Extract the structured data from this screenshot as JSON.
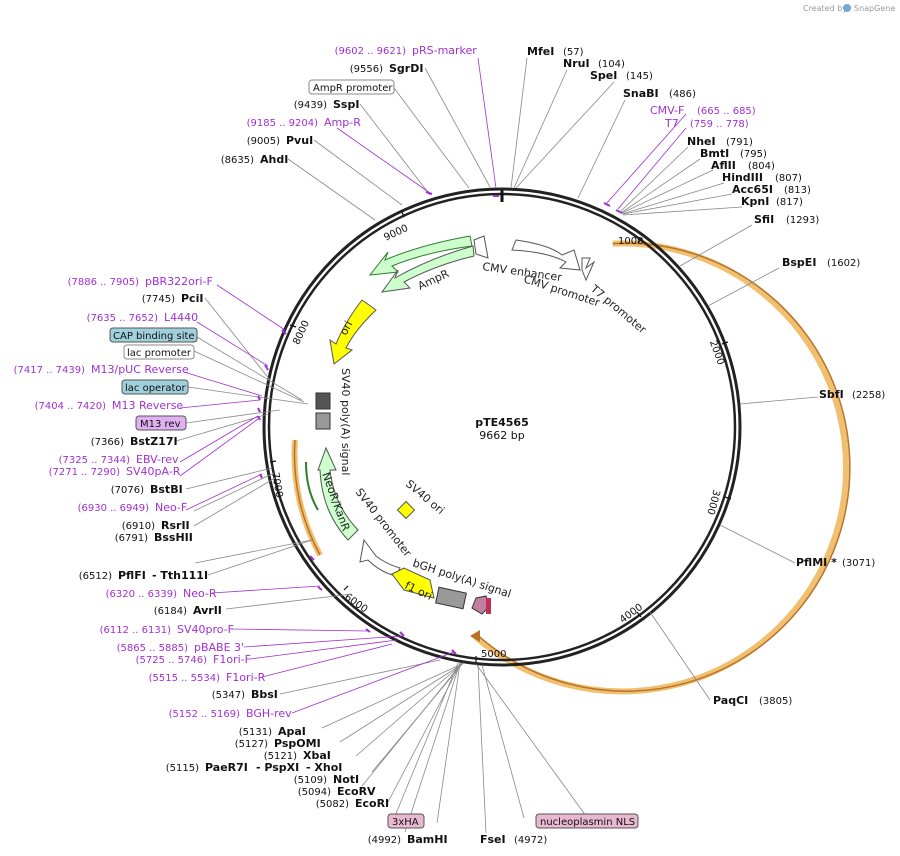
{
  "app": {
    "credit": "Created by",
    "brand": "SnapGene"
  },
  "plasmid": {
    "name": "pTE4565",
    "size_label": "9662 bp"
  },
  "ring_ticks": [
    "1000",
    "2000",
    "3000",
    "4000",
    "5000",
    "6000",
    "7000",
    "8000",
    "9000"
  ],
  "enzymes_right": [
    {
      "name": "MfeI",
      "pos": "(57)"
    },
    {
      "name": "NruI",
      "pos": "(104)"
    },
    {
      "name": "SpeI",
      "pos": "(145)"
    },
    {
      "name": "SnaBI",
      "pos": "(486)"
    },
    {
      "name": "NheI",
      "pos": "(791)"
    },
    {
      "name": "BmtI",
      "pos": "(795)"
    },
    {
      "name": "AflII",
      "pos": "(804)"
    },
    {
      "name": "HindIII",
      "pos": "(807)"
    },
    {
      "name": "Acc65I",
      "pos": "(813)"
    },
    {
      "name": "KpnI",
      "pos": "(817)"
    },
    {
      "name": "SfiI",
      "pos": "(1293)"
    },
    {
      "name": "BspEI",
      "pos": "(1602)"
    },
    {
      "name": "SbfI",
      "pos": "(2258)"
    },
    {
      "name": "PflMI *",
      "pos": "(3071)"
    },
    {
      "name": "PaqCI",
      "pos": "(3805)"
    },
    {
      "name": "FseI",
      "pos": "(4972)"
    }
  ],
  "enzymes_left": [
    {
      "name": "SgrDI",
      "pos": "(9556)"
    },
    {
      "name": "SspI",
      "pos": "(9439)"
    },
    {
      "name": "PvuI",
      "pos": "(9005)"
    },
    {
      "name": "AhdI",
      "pos": "(8635)"
    },
    {
      "name": "PciI",
      "pos": "(7745)"
    },
    {
      "name": "BstZ17I",
      "pos": "(7366)"
    },
    {
      "name": "BstBI",
      "pos": "(7076)"
    },
    {
      "name": "RsrII",
      "pos": "(6910)"
    },
    {
      "name": "BssHII",
      "pos": "(6791)"
    },
    {
      "name": "AvrII",
      "pos": "(6184)"
    },
    {
      "name": "BbsI",
      "pos": "(5347)"
    },
    {
      "name": "ApaI",
      "pos": "(5131)"
    },
    {
      "name": "PspOMI",
      "pos": "(5127)"
    },
    {
      "name": "XbaI",
      "pos": "(5121)"
    },
    {
      "name": "NotI",
      "pos": "(5109)"
    },
    {
      "name": "EcoRV",
      "pos": "(5094)"
    },
    {
      "name": "EcoRI",
      "pos": "(5082)"
    },
    {
      "name": "BamHI",
      "pos": "(4992)"
    }
  ],
  "enzyme_multi": {
    "pflfi": {
      "pos": "(6512)",
      "a": "PflFI",
      "b": "- Tth111I"
    },
    "paer7i": {
      "pos": "(5115)",
      "a": "PaeR7I",
      "b": "- PspXI",
      "c": "- XhoI"
    }
  },
  "primers": [
    {
      "pos": "(9602 .. 9621)",
      "name": "pRS-marker"
    },
    {
      "pos": "(9185 .. 9204)",
      "name": "Amp-R"
    },
    {
      "pos": "(665 .. 685)",
      "name": "CMV-F"
    },
    {
      "pos": "(759 .. 778)",
      "name": "T7"
    },
    {
      "pos": "(7886 .. 7905)",
      "name": "pBR322ori-F"
    },
    {
      "pos": "(7635 .. 7652)",
      "name": "L4440"
    },
    {
      "pos": "(7417 .. 7439)",
      "name": "M13/pUC Reverse"
    },
    {
      "pos": "(7404 .. 7420)",
      "name": "M13 Reverse"
    },
    {
      "pos": "(7325 .. 7344)",
      "name": "EBV-rev"
    },
    {
      "pos": "(7271 .. 7290)",
      "name": "SV40pA-R"
    },
    {
      "pos": "(6930 .. 6949)",
      "name": "Neo-F"
    },
    {
      "pos": "(6320 .. 6339)",
      "name": "Neo-R"
    },
    {
      "pos": "(6112 .. 6131)",
      "name": "SV40pro-F"
    },
    {
      "pos": "(5865 .. 5885)",
      "name": "pBABE 3'"
    },
    {
      "pos": "(5725 .. 5746)",
      "name": "F1ori-F"
    },
    {
      "pos": "(5515 .. 5534)",
      "name": "F1ori-R"
    },
    {
      "pos": "(5152 .. 5169)",
      "name": "BGH-rev"
    }
  ],
  "boxed_labels": {
    "ampr_promoter": "AmpR promoter",
    "cap_site": "CAP binding site",
    "lac_promoter": "lac promoter",
    "lac_operator": "lac operator",
    "m13rev": "M13 rev",
    "hax3": "3xHA",
    "nls": "nucleoplasmin NLS"
  },
  "features": {
    "cmv_enhancer": "CMV enhancer",
    "cmv_promoter": "CMV promoter",
    "t7_promoter": "T7 promoter",
    "ampr": "AmpR",
    "ori": "ori",
    "sv40pa": "SV40 poly(A) signal",
    "neor": "NeoR/KanR",
    "sv40_promoter": "SV40 promoter",
    "sv40_ori": "SV40 ori",
    "f1_ori": "f1 ori",
    "bgh": "bGH poly(A) signal"
  },
  "colors": {
    "backbone": "#222222",
    "primer": "#a030d0",
    "orf_orange": "#f0c070",
    "ampr_fill": "#ccffcc",
    "ori_fill": "#ffff00",
    "promoter_fill": "#ffffff",
    "box_blue": "#a0d0dc",
    "box_pink": "#e8b8d0",
    "box_purple": "#e0b0f0"
  }
}
